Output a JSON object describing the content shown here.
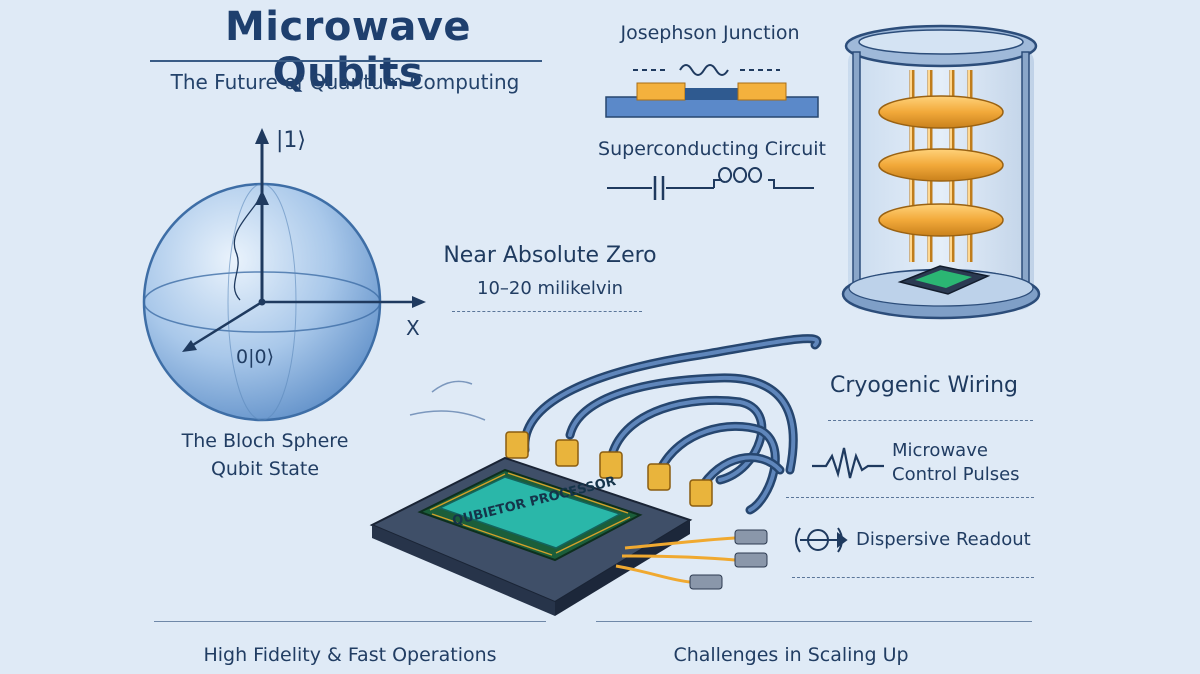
{
  "header": {
    "title": "Microwave Qubits",
    "subtitle": "The Future of Quantum Computing"
  },
  "bloch": {
    "ket_one": "|1⟩",
    "ket_zero": "0|0⟩",
    "x_axis": "X",
    "caption_line1": "The Bloch Sphere",
    "caption_line2": "Qubit State"
  },
  "junction": {
    "label": "Josephson Junction",
    "circuit_label": "Superconducting Circuit"
  },
  "temperature": {
    "label": "Near Absolute Zero",
    "value": "10–20 milikelvin"
  },
  "processor": {
    "chip_text": "QUBIETOR PROCESSOR"
  },
  "wiring": {
    "title": "Cryogenic Wiring",
    "pulses_line1": "Microwave",
    "pulses_line2": "Control Pulses",
    "readout": "Dispersive Readout"
  },
  "footer": {
    "left": "High Fidelity & Fast Operations",
    "right": "Challenges in Scaling Up"
  },
  "colors": {
    "background": "#dfeaf6",
    "navy": "#1e3f6e",
    "gold": "#f0a930",
    "chip_green": "#2bb673"
  }
}
